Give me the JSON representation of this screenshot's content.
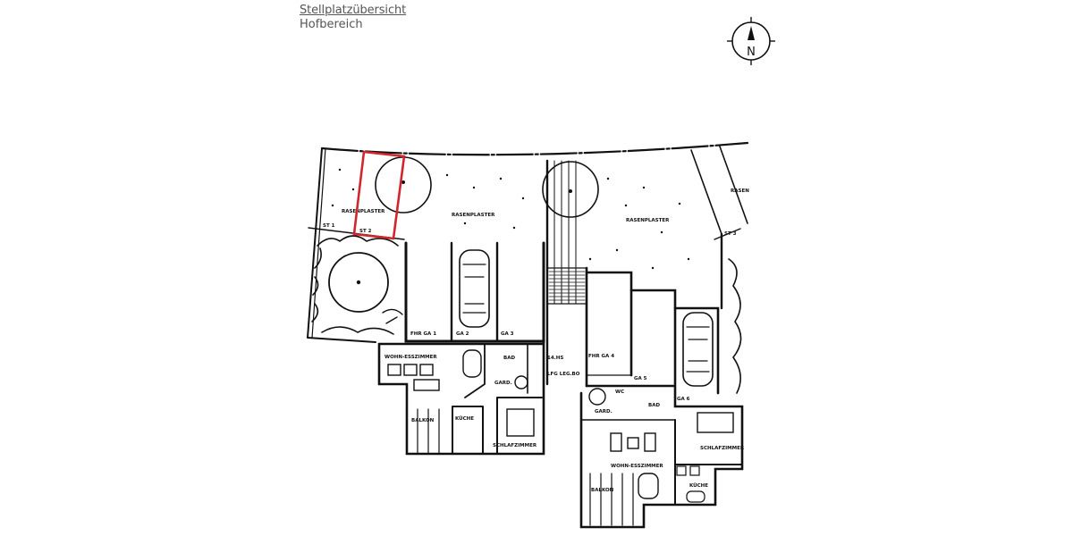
{
  "header": {
    "title": "Stellplatzübersicht",
    "subtitle": "Hofbereich"
  },
  "compass": {
    "icon": "north-arrow-icon",
    "label": "N"
  },
  "highlight": {
    "label": "ST 2",
    "color": "#d0262e"
  },
  "plan": {
    "parking_spaces": [
      {
        "id": "st1",
        "label": "ST 1"
      },
      {
        "id": "st2",
        "label": "ST 2"
      },
      {
        "id": "st3",
        "label": "ST 3"
      }
    ],
    "lawn_labels": [
      "RASENPLASTER",
      "RASENPLASTER",
      "RASENPLASTER",
      "RASEN"
    ],
    "garages": [
      {
        "id": "ga1",
        "label": "FHR GA 1"
      },
      {
        "id": "ga2",
        "label": "GA 2"
      },
      {
        "id": "ga3",
        "label": "GA 3"
      },
      {
        "id": "ga4",
        "label": "FHR GA 4"
      },
      {
        "id": "ga5",
        "label": "GA 5"
      },
      {
        "id": "ga6",
        "label": "GA 6"
      }
    ],
    "rooms_left": {
      "living": "WOHN-ESSZIMMER",
      "balcony": "BALKON",
      "kitchen": "KÜCHE",
      "bedroom": "SCHLAFZIMMER",
      "bath": "BAD",
      "wardrobe": "GARD.",
      "stair": "LFG LEG.BO",
      "stair_label2": "14.HS"
    },
    "rooms_right": {
      "living": "WOHN-ESSZIMMER",
      "balcony": "BALKON",
      "kitchen": "KÜCHE",
      "bedroom": "SCHLAFZIMMER",
      "bath": "BAD",
      "wardrobe": "GARD.",
      "wc": "WC"
    }
  }
}
